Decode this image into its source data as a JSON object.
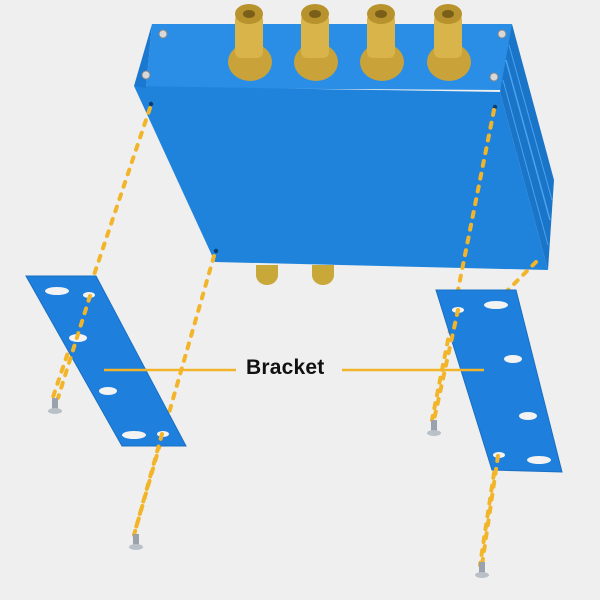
{
  "diagram": {
    "subject": "Blue aluminum enclosure with 4 BNC connectors and mounting brackets (exploded view)",
    "label": "Bracket",
    "colors": {
      "background": "#efefef",
      "enclosure": "#1f83dc",
      "enclosure_top": "#2a8fe6",
      "bracket": "#1e7fdc",
      "guide_line": "#f2b52a",
      "connector": "#c9a83a",
      "label_text": "#111111"
    },
    "components": [
      {
        "name": "enclosure",
        "connectors": 4
      },
      {
        "name": "left-bracket"
      },
      {
        "name": "right-bracket"
      },
      {
        "name": "screws",
        "count": 4
      }
    ]
  }
}
